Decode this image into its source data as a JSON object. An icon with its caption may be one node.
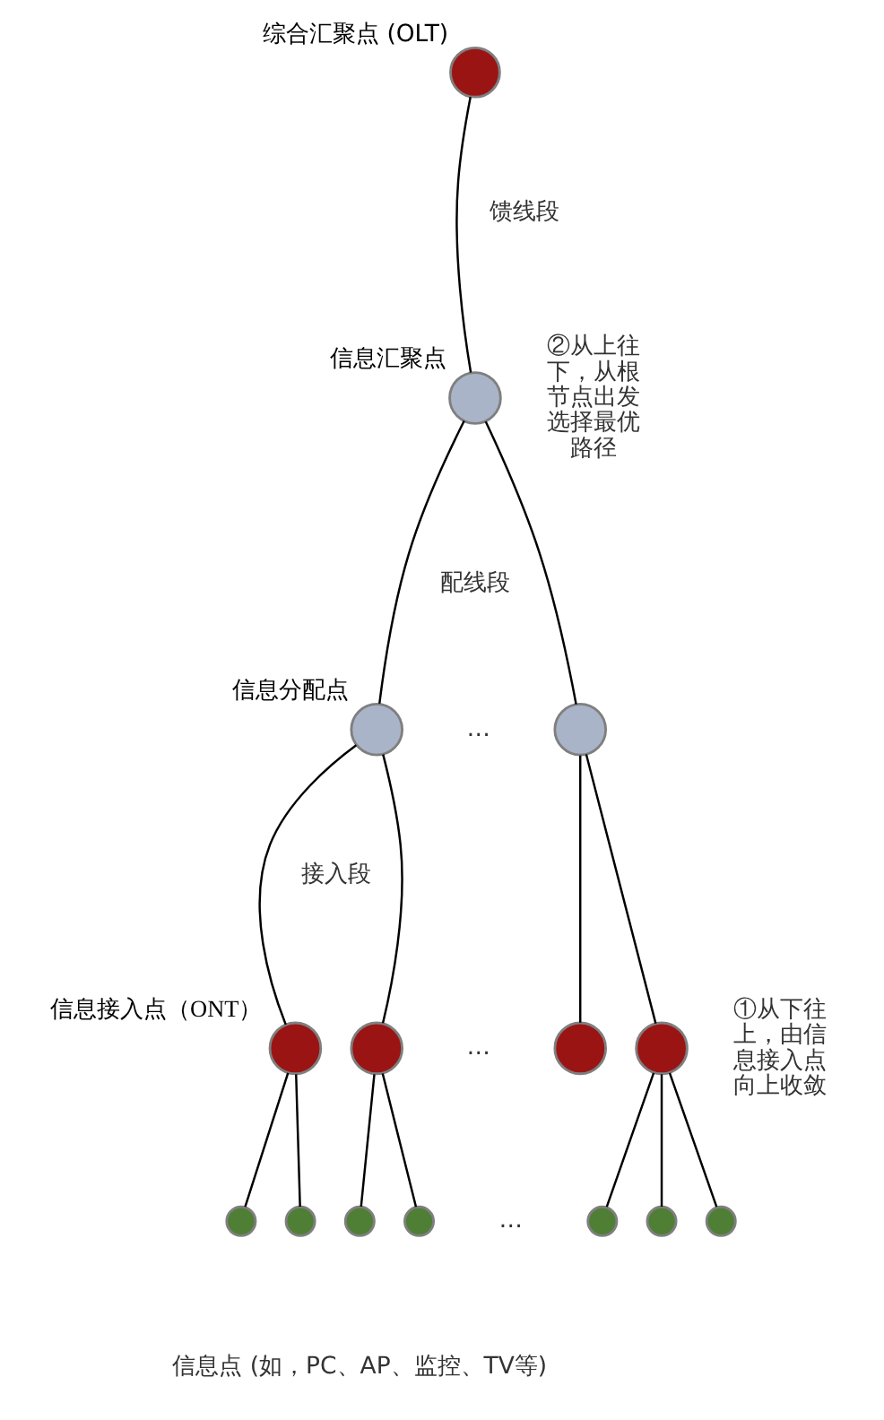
{
  "diagram": {
    "nodes": [
      {
        "text": [],
        "shape": "circle",
        "beside": [
          "综合汇聚点 (OLT)"
        ]
      },
      {
        "text": [],
        "shape": "circle",
        "beside": [
          "信息汇聚点"
        ]
      },
      {
        "text": [],
        "shape": "circle",
        "beside": [
          "信息分配点"
        ]
      },
      {
        "text": [],
        "shape": "circle"
      },
      {
        "text": [],
        "shape": "circle",
        "beside": [
          "信息接入点（ONT）"
        ]
      },
      {
        "text": [],
        "shape": "circle"
      },
      {
        "text": [],
        "shape": "circle"
      },
      {
        "text": [],
        "shape": "circle"
      },
      {
        "text": [],
        "shape": "circle"
      },
      {
        "text": [],
        "shape": "circle"
      },
      {
        "text": [],
        "shape": "circle"
      },
      {
        "text": [],
        "shape": "circle"
      },
      {
        "text": [],
        "shape": "circle"
      },
      {
        "text": [],
        "shape": "circle"
      },
      {
        "text": [],
        "shape": "circle"
      }
    ],
    "edges": [
      {
        "from": 0,
        "to": 1,
        "arrow": "none"
      },
      {
        "from": 1,
        "to": 2,
        "arrow": "none"
      },
      {
        "from": 1,
        "to": 3,
        "arrow": "none"
      },
      {
        "from": 2,
        "to": 4,
        "arrow": "none"
      },
      {
        "from": 2,
        "to": 5,
        "arrow": "none"
      },
      {
        "from": 3,
        "to": 6,
        "arrow": "none"
      },
      {
        "from": 3,
        "to": 7,
        "arrow": "none"
      },
      {
        "from": 4,
        "to": 8,
        "arrow": "none"
      },
      {
        "from": 4,
        "to": 9,
        "arrow": "none"
      },
      {
        "from": 5,
        "to": 10,
        "arrow": "none"
      },
      {
        "from": 5,
        "to": 11,
        "arrow": "none"
      },
      {
        "from": 7,
        "to": 12,
        "arrow": "none"
      },
      {
        "from": 7,
        "to": 13,
        "arrow": "none"
      },
      {
        "from": 7,
        "to": 14,
        "arrow": "none"
      }
    ],
    "labels": [
      "馈线段",
      "②从上往下，从根节点出发选择最优路径",
      "配线段",
      "…",
      "①从下往上，由信息接入点向上收敛",
      "接入段",
      "…",
      "…",
      "信息点 (如，PC、AP、监控、TV等)"
    ]
  }
}
